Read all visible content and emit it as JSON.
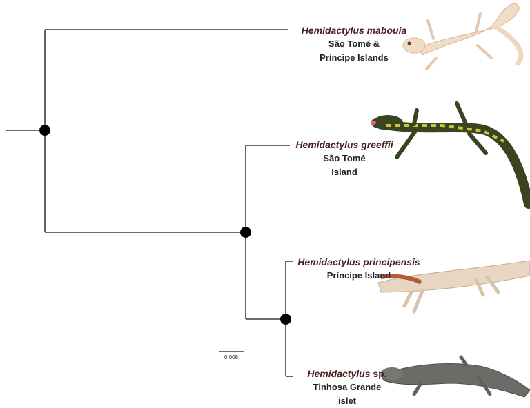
{
  "colors": {
    "species_text": "#4a1f1f",
    "branch": "#111111",
    "node": "#000000",
    "gecko_mabouia": "#f1dcc6",
    "gecko_greeffii": "#3b4420",
    "gecko_greeffii_spots": "#c9c43a",
    "gecko_principensis": "#e7d7c2",
    "gecko_sp": "#6b6b68"
  },
  "taxa": [
    {
      "name": "Hemidactylus mabouia",
      "epithet_plain": "",
      "locality": [
        "São Tomé &",
        "Príncipe Islands"
      ],
      "icon": "gecko-mabouia-icon"
    },
    {
      "name": "Hemidactylus greeffii",
      "epithet_plain": "",
      "locality": [
        "São Tomé",
        "Island"
      ],
      "icon": "gecko-greeffii-icon"
    },
    {
      "name": "Hemidactylus principensis",
      "epithet_plain": "",
      "locality": [
        "Príncipe Island"
      ],
      "icon": "gecko-principensis-icon"
    },
    {
      "name": "Hemidactylus",
      "epithet_plain": " sp.",
      "locality": [
        "Tinhosa Grande",
        "islet"
      ],
      "icon": "gecko-sp-icon"
    }
  ],
  "scale_bar": {
    "label": "0.008"
  }
}
